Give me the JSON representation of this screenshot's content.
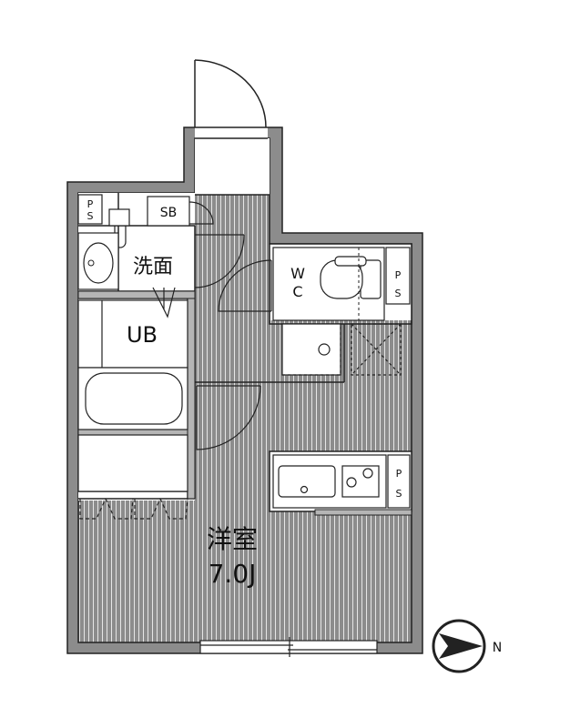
{
  "floorplan": {
    "rooms": {
      "main_room": {
        "name": "洋室",
        "size": "7.0J"
      },
      "washroom": "洗面",
      "unit_bath": "UB",
      "toilet": {
        "line1": "W",
        "line2": "C"
      },
      "shoe_box": "SB"
    },
    "pipe_spaces": [
      {
        "line1": "P",
        "line2": "S"
      },
      {
        "line1": "P",
        "line2": "S"
      },
      {
        "line1": "P",
        "line2": "S"
      }
    ],
    "compass": {
      "direction": "N"
    },
    "colors": {
      "wall": "#8c8c8c",
      "floor_lines": "#e4e4e4",
      "line": "#222222"
    }
  }
}
